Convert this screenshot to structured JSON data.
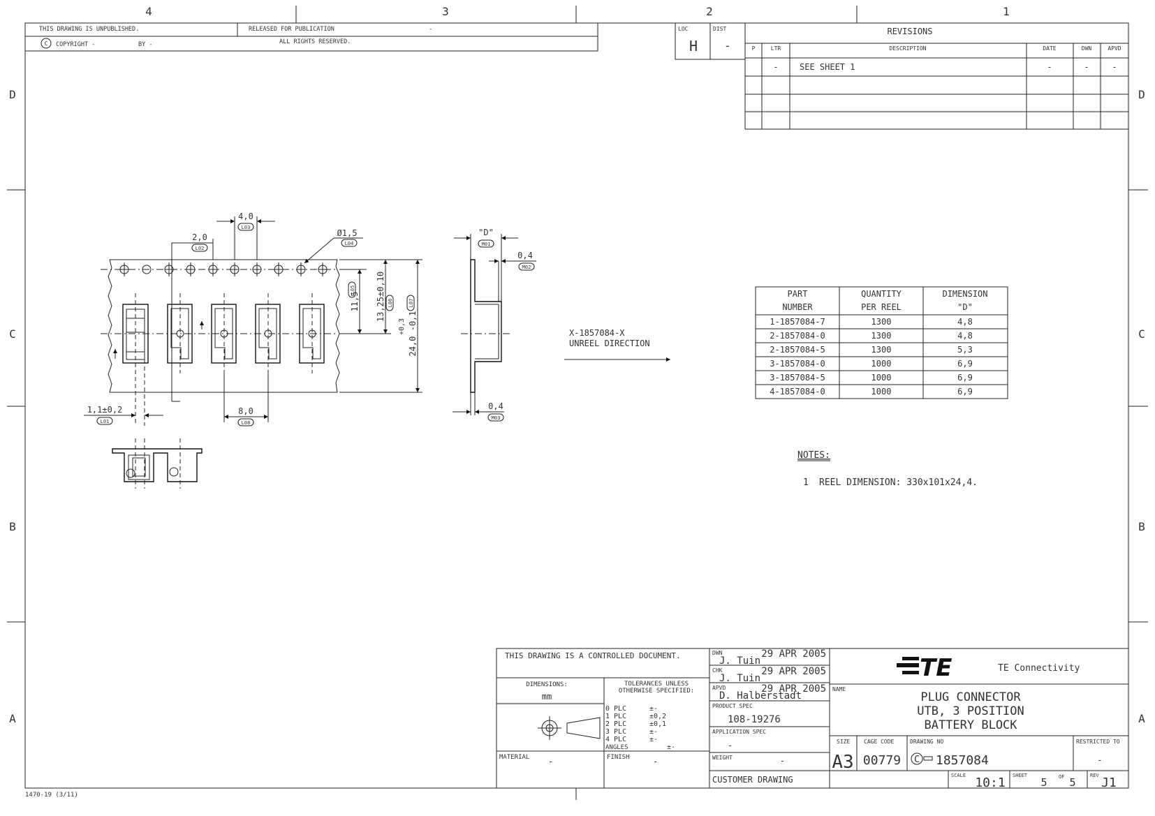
{
  "zones": {
    "columns": [
      "4",
      "3",
      "2",
      "1"
    ],
    "rows": [
      "D",
      "C",
      "B",
      "A"
    ]
  },
  "header": {
    "unpublished": "THIS DRAWING IS UNPUBLISHED.",
    "released": "RELEASED FOR PUBLICATION",
    "released_value": "-",
    "copyright": "COPYRIGHT -",
    "by": "BY -",
    "rights": "ALL RIGHTS RESERVED.",
    "loc_label": "LOC",
    "loc_value": "H",
    "dist_label": "DIST",
    "dist_value": "-"
  },
  "revisions": {
    "title": "REVISIONS",
    "columns": [
      "P",
      "LTR",
      "DESCRIPTION",
      "DATE",
      "DWN",
      "APVD"
    ],
    "rows": [
      {
        "ltr": "-",
        "desc": "SEE SHEET 1",
        "date": "-",
        "dwn": "-",
        "apvd": "-"
      },
      {
        "ltr": "",
        "desc": "",
        "date": "",
        "dwn": "",
        "apvd": ""
      },
      {
        "ltr": "",
        "desc": "",
        "date": "",
        "dwn": "",
        "apvd": ""
      },
      {
        "ltr": "",
        "desc": "",
        "date": "",
        "dwn": "",
        "apvd": ""
      }
    ]
  },
  "drawing": {
    "dims": {
      "d1_value": "4,0",
      "d1_tag": "L03",
      "d2_value": "2,0",
      "d2_tag": "L02",
      "d3_value": "Ø1,5",
      "d3_tag": "L04",
      "d4_value": "11,5",
      "d4_tag": "L05",
      "d5_value": "13,25±0,10",
      "d5_tag": "L06",
      "d6_value": "24,0 -0,1",
      "d6_tol": "+0,3",
      "d6_tag": "L07",
      "d7_value": "1,1±0,2",
      "d7_tag": "L01",
      "d8_value": "8,0",
      "d8_tag": "L08",
      "m1_value": "\"D\"",
      "m1_tag": "M01",
      "m2_value": "0,4",
      "m2_tag": "M02",
      "m3_value": "0,4",
      "m3_tag": "M03"
    },
    "unreel_part": "X-1857084-X",
    "unreel_label": "UNREEL DIRECTION"
  },
  "part_table": {
    "headers": [
      [
        "PART",
        "NUMBER"
      ],
      [
        "QUANTITY",
        "PER REEL"
      ],
      [
        "DIMENSION",
        "\"D\""
      ]
    ],
    "rows": [
      [
        "1-1857084-7",
        "1300",
        "4,8"
      ],
      [
        "2-1857084-0",
        "1300",
        "4,8"
      ],
      [
        "2-1857084-5",
        "1300",
        "5,3"
      ],
      [
        "3-1857084-0",
        "1000",
        "6,9"
      ],
      [
        "3-1857084-5",
        "1000",
        "6,9"
      ],
      [
        "4-1857084-0",
        "1000",
        "6,9"
      ]
    ]
  },
  "notes": {
    "title": "NOTES:",
    "items": [
      {
        "num": "1",
        "text": "REEL DIMENSION: 330x101x24,4."
      }
    ]
  },
  "title_block": {
    "controlled": "THIS DRAWING IS A CONTROLLED DOCUMENT.",
    "dimensions_label": "DIMENSIONS:",
    "dimensions_unit": "mm",
    "tolerances_label": "TOLERANCES UNLESS",
    "tolerances_label2": "OTHERWISE SPECIFIED:",
    "tolerances": [
      {
        "plc": "0 PLC",
        "val": "±-"
      },
      {
        "plc": "1 PLC",
        "val": "±0,2"
      },
      {
        "plc": "2 PLC",
        "val": "±0,1"
      },
      {
        "plc": "3 PLC",
        "val": "±-"
      },
      {
        "plc": "4 PLC",
        "val": "±-"
      }
    ],
    "angles_label": "ANGLES",
    "angles_value": "±-",
    "material_label": "MATERIAL",
    "material_value": "-",
    "finish_label": "FINISH",
    "finish_value": "-",
    "dwn_label": "DWN",
    "dwn_name": "J. Tuin",
    "dwn_date": "29 APR 2005",
    "chk_label": "CHK",
    "chk_name": "J. Tuin",
    "chk_date": "29 APR 2005",
    "apvd_label": "APVD",
    "apvd_name": "D. Halberstadt",
    "apvd_date": "29 APR 2005",
    "product_spec_label": "PRODUCT SPEC",
    "product_spec": "108-19276",
    "application_spec_label": "APPLICATION SPEC",
    "application_spec": "-",
    "weight_label": "WEIGHT",
    "weight_value": "-",
    "customer_drawing": "CUSTOMER DRAWING",
    "logo_text": "TE",
    "company": "TE Connectivity",
    "name_label": "NAME",
    "name_lines": [
      "PLUG CONNECTOR",
      "UTB, 3 POSITION",
      "BATTERY BLOCK"
    ],
    "size_label": "SIZE",
    "size_value": "A3",
    "cage_label": "CAGE CODE",
    "cage_value": "00779",
    "drawing_no_label": "DRAWING NO",
    "drawing_no_prefix": "C",
    "drawing_no": "1857084",
    "restricted_label": "RESTRICTED TO",
    "restricted_value": "-",
    "scale_label": "SCALE",
    "scale_value": "10:1",
    "sheet_label": "SHEET",
    "sheet_value": "5",
    "of_label": "OF",
    "of_value": "5",
    "rev_label": "REV",
    "rev_value": "J1"
  },
  "form_number": "1470-19 (3/11)"
}
